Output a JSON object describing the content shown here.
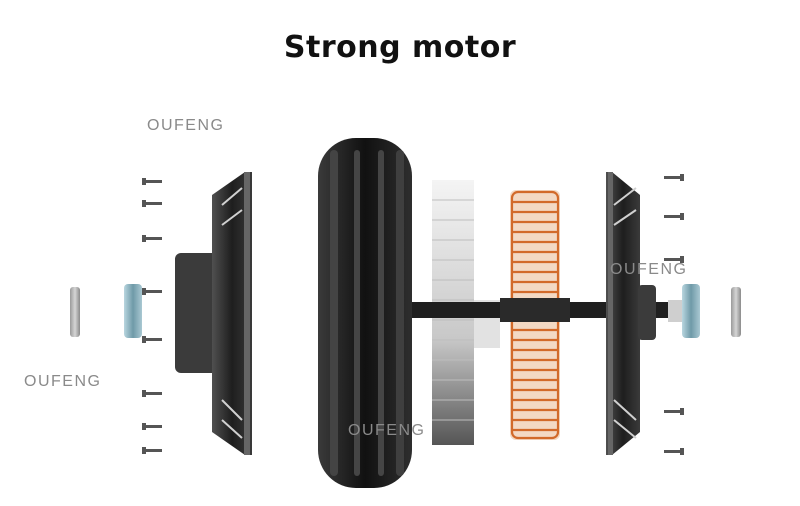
{
  "title": "Strong motor",
  "watermarks": [
    "OUFENG",
    "OUFENG",
    "OUFENG",
    "OUFENG"
  ],
  "colors": {
    "rim": "#1a1a1a",
    "cover": "#2a2a2a",
    "copper": "#d26a2a",
    "bearing": "#8fb7c4",
    "magnet_light": "#eeeeee",
    "magnet_dark": "#6e6e6e"
  },
  "parts": [
    "screw-icon",
    "washer-icon",
    "bearing-icon",
    "side-cover-icon",
    "wheel-rim-icon",
    "magnet-ring-icon",
    "stator-coil-icon",
    "axle-icon"
  ]
}
